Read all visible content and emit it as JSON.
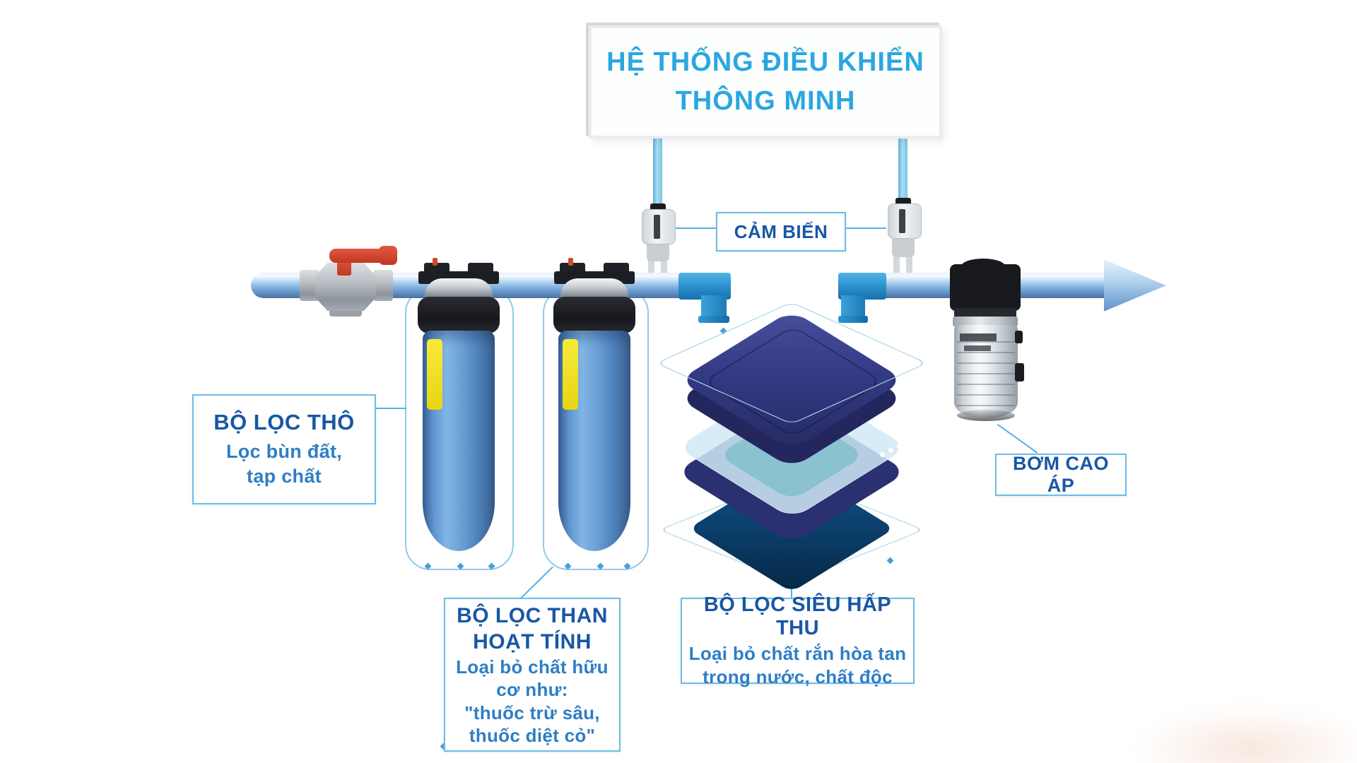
{
  "control_box": {
    "line1": "HỆ THỐNG ĐIỀU KHIỂN",
    "line2": "THÔNG MINH"
  },
  "sensor_label": {
    "text": "CẢM BIẾN"
  },
  "coarse_filter_label": {
    "title": "BỘ LỌC THÔ",
    "desc1": "Lọc bùn đất,",
    "desc2": "tạp chất"
  },
  "carbon_filter_label": {
    "title1": "BỘ LỌC THAN",
    "title2": "HOẠT TÍNH",
    "desc1": "Loại bỏ chất hữu",
    "desc2": "cơ như:",
    "desc3": "\"thuốc trừ sâu,",
    "desc4": "thuốc diệt cỏ\""
  },
  "absorb_filter_label": {
    "title": "BỘ LỌC SIÊU HẤP THU",
    "desc1": "Loại bỏ chất rắn hòa tan",
    "desc2": "trong nước, chất độc"
  },
  "pump_label": {
    "text": "BƠM CAO ÁP"
  },
  "colors": {
    "accent_light_blue": "#2aa7e0",
    "label_title_blue": "#1857a4",
    "label_desc_blue": "#2e7ec6",
    "box_border_blue": "#6fbbe7",
    "pipe_blue": "#6694cb",
    "elbow_blue": "#2b93d0",
    "filter_body_blue": "#6298d2",
    "filter_label_yellow": "#f3e32b",
    "valve_handle_red": "#d3422c",
    "cube_top_navy": "#343a85",
    "cube_glass_blue": "#d0e9f4",
    "cube_base_blue": "#0d4a7e"
  }
}
